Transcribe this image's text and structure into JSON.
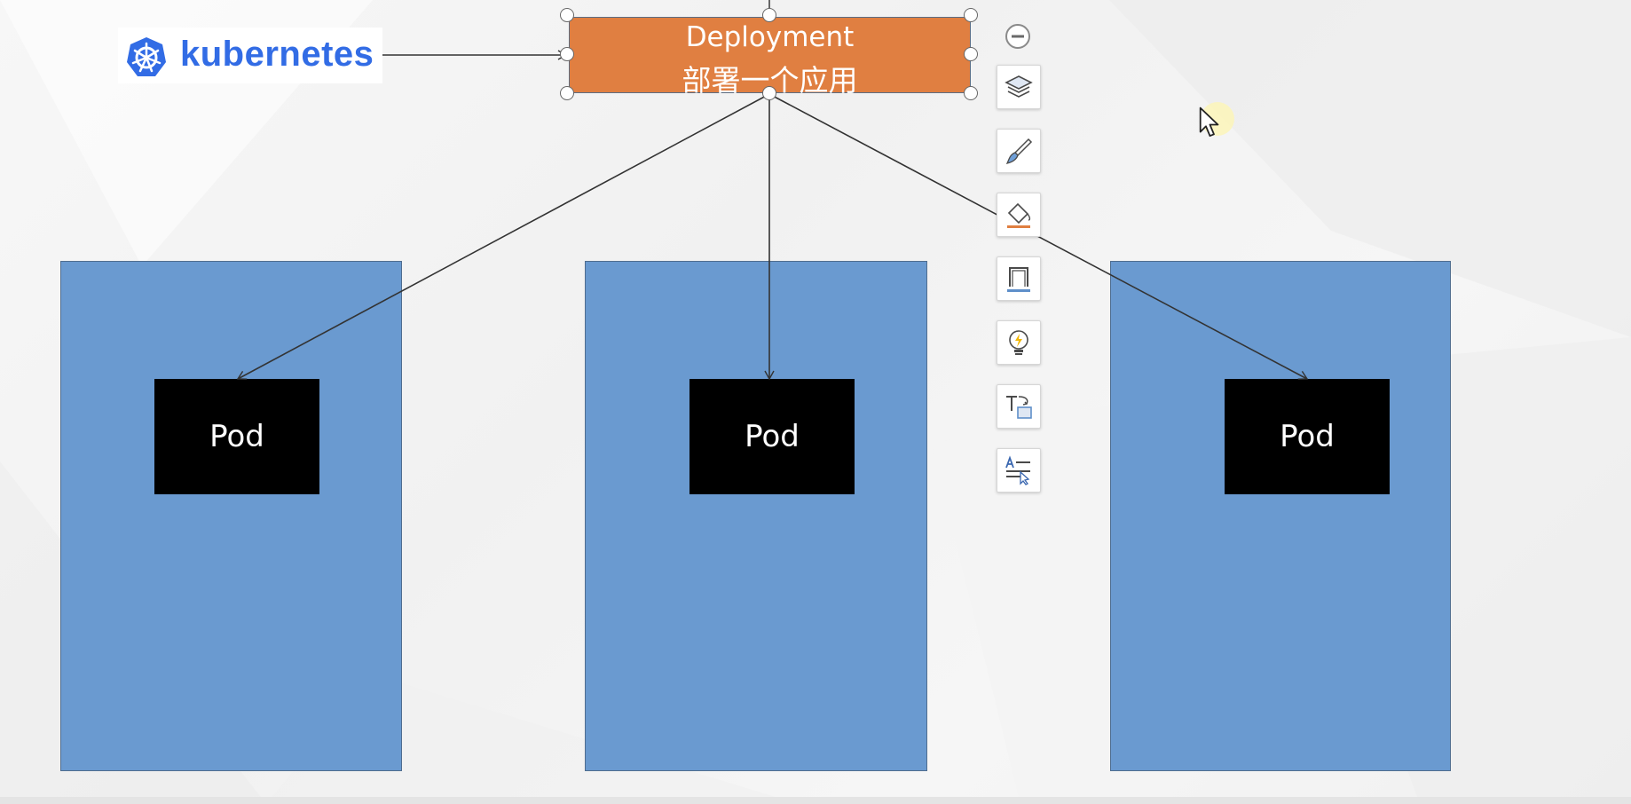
{
  "logo": {
    "text": "kubernetes",
    "icon": "kubernetes-helm-wheel-icon",
    "color": "#326ce5"
  },
  "deployment": {
    "title": "Deployment",
    "subtitle": "部署一个应用",
    "color": "#e07f41"
  },
  "pods": [
    {
      "label": "Pod"
    },
    {
      "label": "Pod"
    },
    {
      "label": "Pod"
    }
  ],
  "pod_column_color": "#6a9ad0",
  "toolbar": {
    "collapse_icon": "minus-circle-icon",
    "buttons": [
      {
        "icon": "layers-icon"
      },
      {
        "icon": "style-brush-icon"
      },
      {
        "icon": "shape-fill-icon"
      },
      {
        "icon": "shape-outline-icon"
      },
      {
        "icon": "animation-lightbulb-icon"
      },
      {
        "icon": "text-wrap-icon"
      },
      {
        "icon": "alt-text-icon"
      }
    ]
  }
}
